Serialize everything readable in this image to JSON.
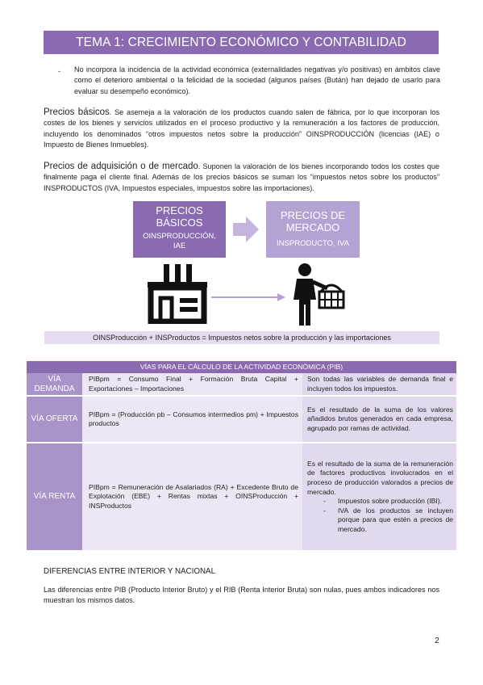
{
  "header": {
    "title": "TEMA 1: CRECIMIENTO ECONÓMICO Y CONTABILIDAD NACIONAL"
  },
  "bullet": {
    "marker": "-",
    "text": "No incorpora la incidencia de la actividad económica (externalidades negativas y/o positivas) en ámbitos clave como el deterioro ambiental o la felicidad de la sociedad (algunos países (Bután) han dejado de usarlo para evaluar su desempeño económico)."
  },
  "precios_basicos": {
    "term": "Precios básicos",
    "text": ". Se asemeja a la valoración de los productos cuando salen de fábrica, por lo que incorporan los costes de los bienes y servicios utilizados en el proceso productivo y la remuneración a los factores de producción, incluyendo los denominados “otros impuestos netos sobre la producción” OINSPRODUCCIÓN (licencias (IAE) o Impuesto de Bienes Inmuebles)."
  },
  "precios_adquisicion": {
    "term": "Precios de adquisición o de mercado",
    "text": ". Suponen la valoración de los bienes incorporando todos los costes que finalmente paga el cliente final. Además de los precios básicos se suman los “impuestos netos sobre los productos” INSPRODUCTOS (IVA, Impuestos especiales, impuestos sobre las importaciones)."
  },
  "diagram": {
    "box1": {
      "title_line1": "PRECIOS",
      "title_line2": "BÁSICOS",
      "sub_line1": "OINSPRODUCCIÓN,",
      "sub_line2": "IAE"
    },
    "box2": {
      "title_line1": "PRECIOS DE",
      "title_line2": "MERCADO",
      "sub": "INSPRODUCTO, IVA"
    },
    "colors": {
      "box1": "#8a6bb1",
      "box2": "#b4a2d4",
      "arrow": "#c4b4de"
    },
    "note": "OINSProducción + INSProductos = Impuestos netos sobre la producción y las importaciones"
  },
  "vias_table": {
    "header": "VÍAS PARA EL CÁLCULO DE LA ACTIVIDAD ECONÓMICA (PIB)",
    "rows": [
      {
        "label": "VÍA DEMANDA",
        "formula": "PIBpm = Consumo Final + Formación Bruta Capital + Exportaciones – Importaciones",
        "desc": "Son todas las variables de demanda final e incluyen todos los impuestos."
      },
      {
        "label": "VÍA OFERTA",
        "formula": "PIBpm = (Producción pb – Consumos intermedios pm) + Impuestos productos",
        "desc": "Es el resultado de la suma de los valores añadidos brutos generados en cada empresa, agrupado por ramas de actividad."
      },
      {
        "label": "VÍA RENTA",
        "formula": "PIBpm = Remuneración de Asalariados (RA) + Excedente Bruto de Explotación (EBE) + Rentas mixtas + OINSProducción + INSProductos",
        "desc": "Es el resultado de la suma de la remuneración de factores productivos involucrados en el proceso de producción valorados a precios de mercado.",
        "items": [
          "Impuestos sobre producción (IBI).",
          "IVA de los productos se incluyen porque para que estén a precios de mercado."
        ]
      }
    ]
  },
  "diferencias": {
    "title": "DIFERENCIAS ENTRE INTERIOR Y NACIONAL",
    "text": "Las diferencias entre PIB (Producto Interior Bruto) y el RIB (Renta Interior Bruta) son nulas, pues ambos indicadores nos muestran los mismos datos."
  },
  "page_number": "2"
}
